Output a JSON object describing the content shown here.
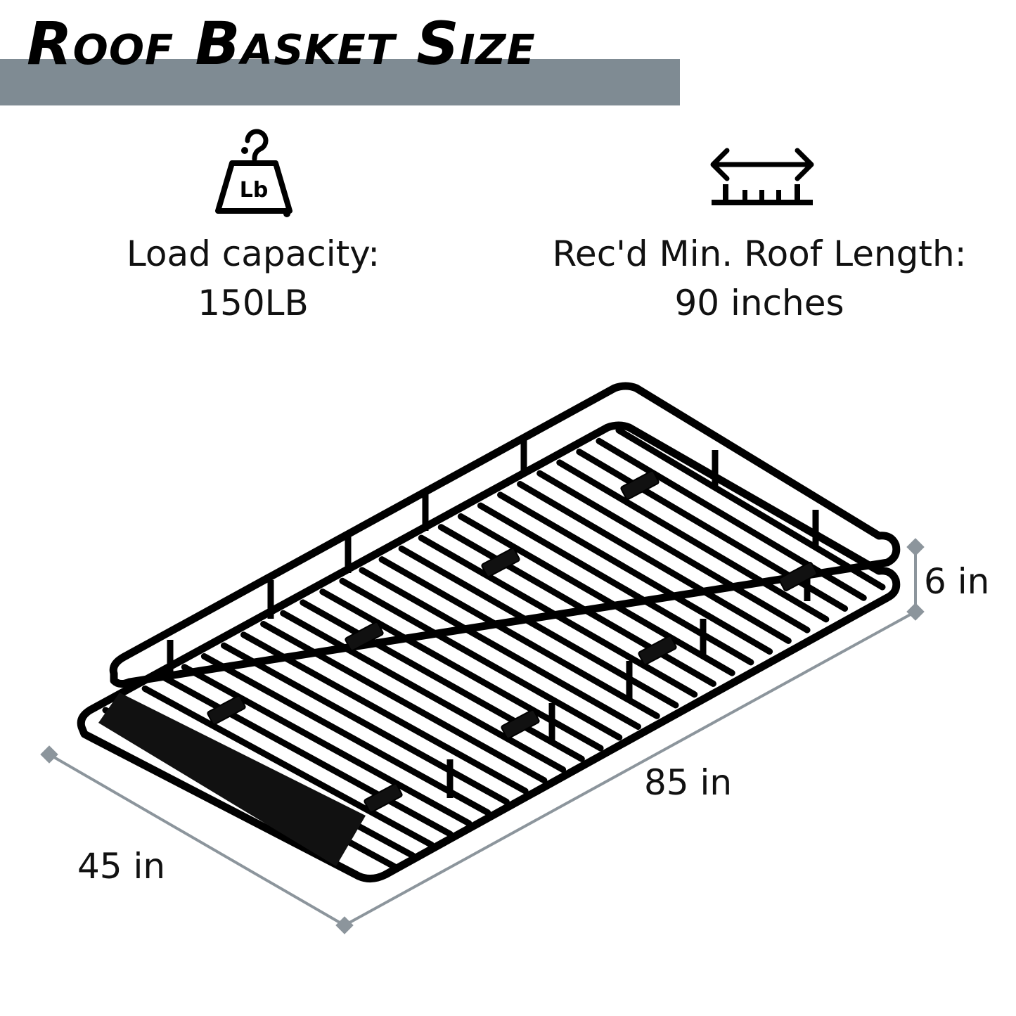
{
  "header": {
    "title": "Roof Basket Size"
  },
  "specs": {
    "load": {
      "icon": "weight-lb-icon",
      "label": "Load capacity:",
      "value": "150LB",
      "icon_text": "Lb"
    },
    "length": {
      "icon": "length-ruler-icon",
      "label": "Rec'd Min. Roof Length:",
      "value": "90 inches"
    }
  },
  "dimensions": {
    "height": "6 in",
    "length": "85 in",
    "width": "45 in"
  },
  "colors": {
    "banner": "#7f8b93",
    "dimension_line": "#8c959c",
    "frame": "#000000"
  }
}
